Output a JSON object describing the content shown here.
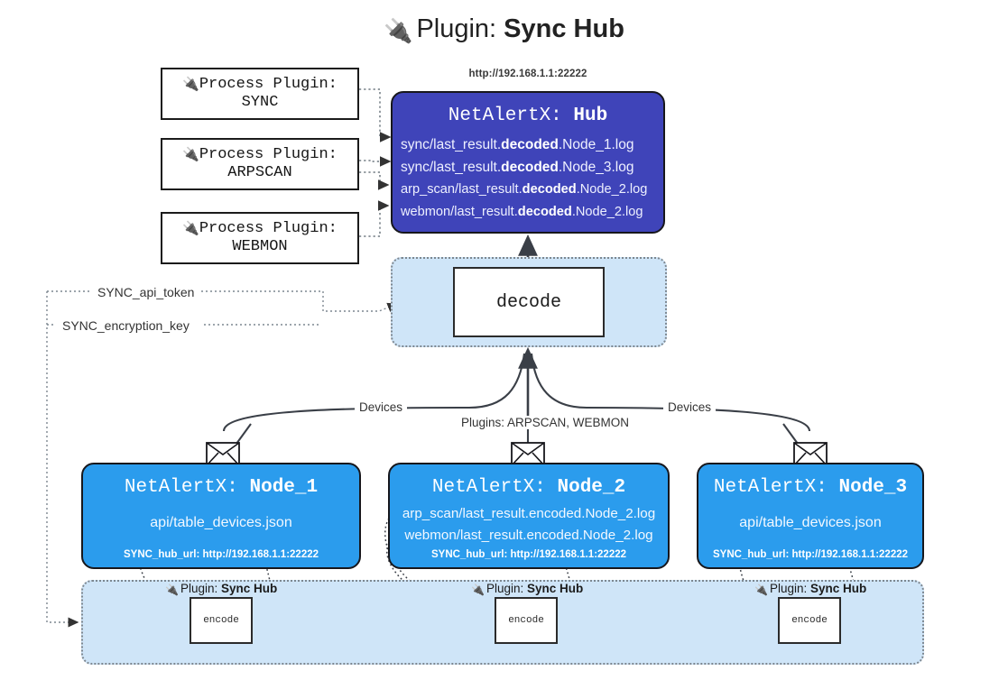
{
  "title": {
    "icon": "plug-icon",
    "prefix": "Plugin:",
    "name": "Sync Hub"
  },
  "process_plugins": [
    {
      "icon": "plug-icon",
      "caption": "Process Plugin:",
      "name": "SYNC"
    },
    {
      "icon": "plug-icon",
      "caption": "Process Plugin:",
      "name": "ARPSCAN"
    },
    {
      "icon": "plug-icon",
      "caption": "Process Plugin:",
      "name": "WEBMON"
    }
  ],
  "hub": {
    "url": "http://192.168.1.1:22222",
    "title_prefix": "NetAlertX:",
    "title_name": "Hub",
    "logs": [
      {
        "pre": "sync/last_result.",
        "em": "decoded",
        "post": ".Node_1.log"
      },
      {
        "pre": "sync/last_result.",
        "em": "decoded",
        "post": ".Node_3.log"
      },
      {
        "pre": "arp_scan/last_result.",
        "em": "decoded",
        "post": ".Node_2.log"
      },
      {
        "pre": "webmon/last_result.",
        "em": "decoded",
        "post": ".Node_2.log"
      }
    ]
  },
  "decode": {
    "label": "decode"
  },
  "keys": {
    "api_token": "SYNC_api_token",
    "encryption_key": "SYNC_encryption_key"
  },
  "edge_labels": {
    "devices_left": "Devices",
    "devices_right": "Devices",
    "plugins_mid": "Plugins: ARPSCAN, WEBMON"
  },
  "nodes": [
    {
      "title_prefix": "NetAlertX:",
      "title_name": "Node_1",
      "lines": [
        "api/table_devices.json"
      ],
      "footer": "SYNC_hub_url: http://192.168.1.1:22222",
      "envelope_icon": "envelope-icon"
    },
    {
      "title_prefix": "NetAlertX:",
      "title_name": "Node_2",
      "lines": [
        "arp_scan/last_result.encoded.Node_2.log",
        "webmon/last_result.encoded.Node_2.log"
      ],
      "footer": "SYNC_hub_url: http://192.168.1.1:22222",
      "envelope_icon": "envelope-icon"
    },
    {
      "title_prefix": "NetAlertX:",
      "title_name": "Node_3",
      "lines": [
        "api/table_devices.json"
      ],
      "footer": "SYNC_hub_url: http://192.168.1.1:22222",
      "envelope_icon": "envelope-icon"
    }
  ],
  "encoders": [
    {
      "caption_prefix": "Plugin:",
      "caption_name": "Sync Hub",
      "label": "encode",
      "icon": "plug-icon"
    },
    {
      "caption_prefix": "Plugin:",
      "caption_name": "Sync Hub",
      "label": "encode",
      "icon": "plug-icon"
    },
    {
      "caption_prefix": "Plugin:",
      "caption_name": "Sync Hub",
      "label": "encode",
      "icon": "plug-icon"
    }
  ],
  "colors": {
    "hub_fill": "#3f44b9",
    "node_fill": "#2b9ced",
    "container_fill": "#cfe5f8",
    "stroke": "#17171c",
    "dotted": "#7d8790"
  }
}
